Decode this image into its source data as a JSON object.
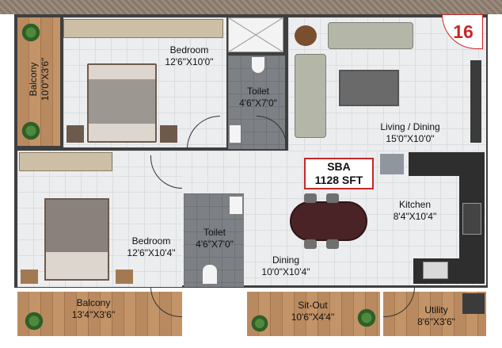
{
  "plan": {
    "unit_number": "16",
    "sba": {
      "line1": "SBA",
      "line2": "1128 SFT"
    },
    "rooms": [
      {
        "id": "balcony_left",
        "name": "Balcony",
        "size": "10'0\"X3'6\""
      },
      {
        "id": "bedroom_top",
        "name": "Bedroom",
        "size": "12'6\"X10'0\""
      },
      {
        "id": "toilet_top",
        "name": "Toilet",
        "size": "4'6\"X7'0\""
      },
      {
        "id": "living",
        "name": "Living / Dining",
        "size": "15'0\"X10'0\""
      },
      {
        "id": "kitchen",
        "name": "Kitchen",
        "size": "8'4\"X10'4\""
      },
      {
        "id": "bedroom_bottom",
        "name": "Bedroom",
        "size": "12'6\"X10'4\""
      },
      {
        "id": "toilet_bottom",
        "name": "Toilet",
        "size": "4'6\"X7'0\""
      },
      {
        "id": "dining",
        "name": "Dining",
        "size": "10'0\"X10'4\""
      },
      {
        "id": "balcony_bottom",
        "name": "Balcony",
        "size": "13'4\"X3'6\""
      },
      {
        "id": "sitout",
        "name": "Sit-Out",
        "size": "10'6\"X4'4\""
      },
      {
        "id": "utility",
        "name": "Utility",
        "size": "8'6\"X3'6\""
      }
    ]
  },
  "colors": {
    "badge_red": "#c62828",
    "wall": "#4a4a4a",
    "wood": "#b98a60",
    "floor": "#ecedef"
  }
}
